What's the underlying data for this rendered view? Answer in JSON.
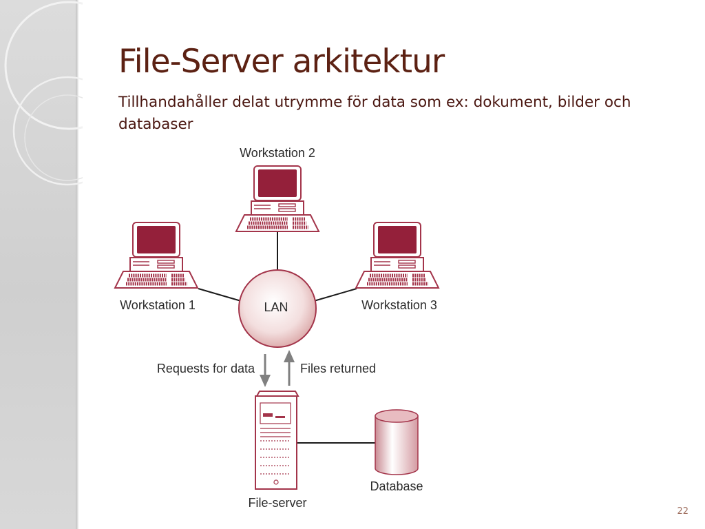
{
  "slide": {
    "title": "File-Server arkitektur",
    "subtitle": "Tillhandahåller delat utrymme för data som ex: dokument, bilder och databaser",
    "page_number": "22"
  },
  "diagram": {
    "hub_label": "LAN",
    "workstations": [
      "Workstation 1",
      "Workstation 2",
      "Workstation 3"
    ],
    "requests_label": "Requests for data",
    "returned_label": "Files returned",
    "server_label": "File-server",
    "database_label": "Database"
  },
  "colors": {
    "title": "#5c2113",
    "accent": "#94203a",
    "outline": "#a3344a",
    "arrow": "#808080"
  }
}
